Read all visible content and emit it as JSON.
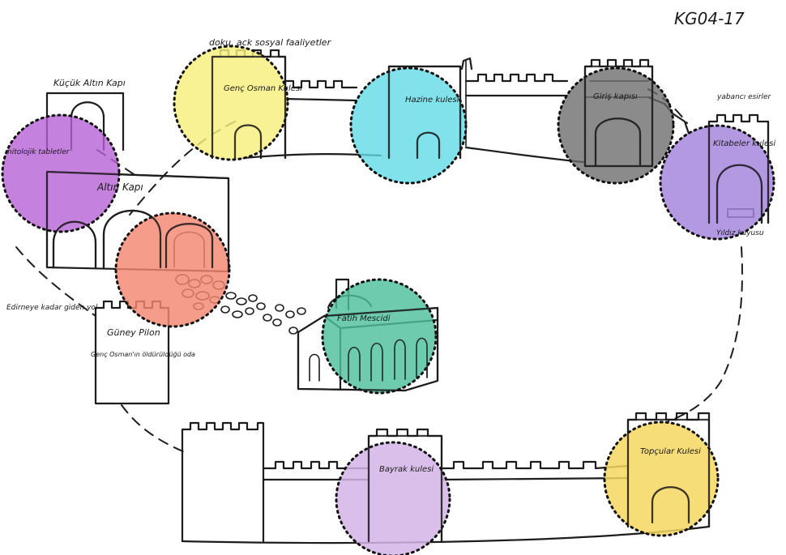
{
  "sheet_code": "KG04-17",
  "labels": {
    "doku_ack": "doku, ack sosyal faaliyetler",
    "kucuk_altin_kapi": "Küçük Altın Kapı",
    "mitolojik_tabletler": "mitolojik tabletler",
    "altin_kapi": "Altın Kapı",
    "edirneye": "Edirneye kadar giden yol",
    "guney_pilon": "Güney Pilon",
    "genc_osman_odasi": "Genç Osman'ın öldürüldüğü oda",
    "genc_osman_kulesi": "Genç Osman Kulesi",
    "hazine_kulesi": "Hazine kulesi",
    "giris_kapisi": "Giriş kapısı",
    "yabanci_esirler": "yabancı esirler",
    "kitabeler_kulesi": "Kitabeler kulesi",
    "yildiz_kuyusu": "Yıldız kuyusu",
    "fatih_mescidi": "Fatih Mescidi",
    "bayrak_kulesi": "Bayrak kulesi",
    "topcular_kulesi": "Topçular Kulesi"
  },
  "colors": {
    "yellow": "#f6ef7e",
    "cyan": "#62dbe6",
    "gray": "#6a6a6a",
    "violet": "#a07fd9",
    "magenta": "#b762d6",
    "salmon": "#f48670",
    "teal": "#4fbf9c",
    "lilac": "#d4b4e6",
    "amber": "#f6d760"
  }
}
